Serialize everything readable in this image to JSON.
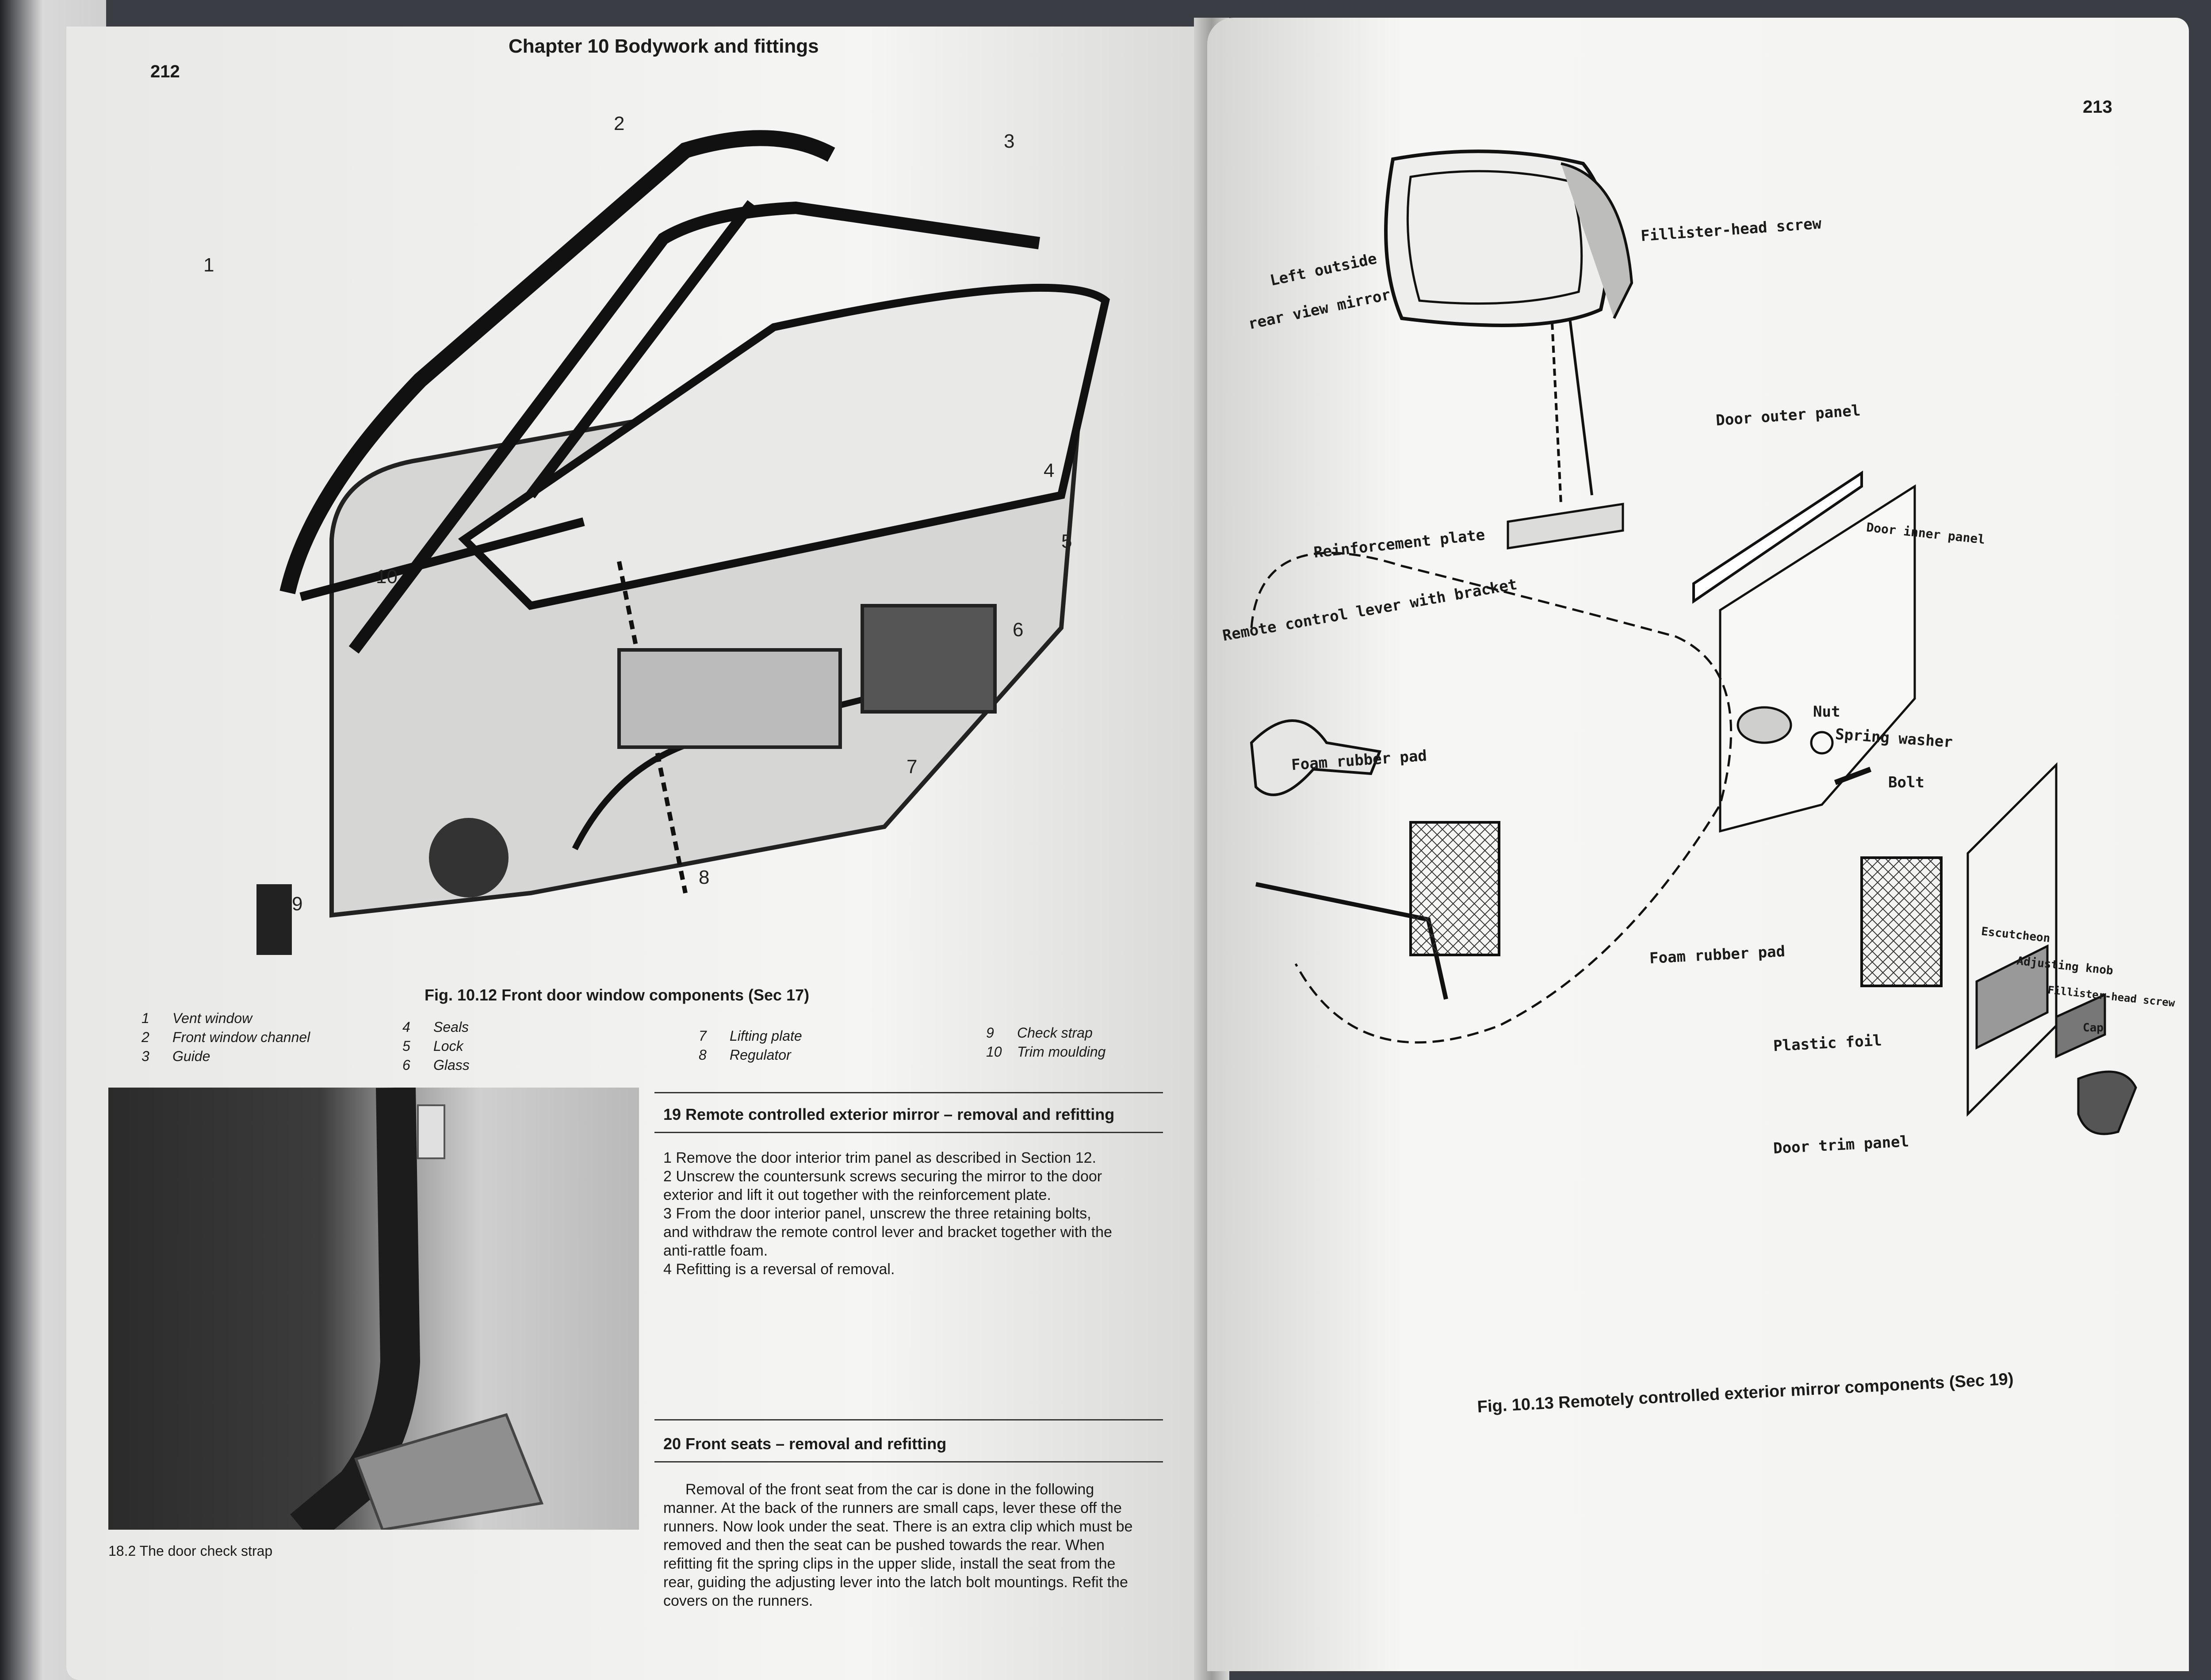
{
  "left_page": {
    "page_number": "212",
    "chapter_header": "Chapter 10  Bodywork and fittings",
    "figure": {
      "callouts": [
        "1",
        "2",
        "3",
        "4",
        "5",
        "6",
        "7",
        "8",
        "9",
        "10"
      ],
      "caption": "Fig. 10.12 Front door window components (Sec 17)",
      "legend": [
        {
          "num": "1",
          "label": "Vent window"
        },
        {
          "num": "2",
          "label": "Front window channel"
        },
        {
          "num": "3",
          "label": "Guide"
        },
        {
          "num": "4",
          "label": "Seals"
        },
        {
          "num": "5",
          "label": "Lock"
        },
        {
          "num": "6",
          "label": "Glass"
        },
        {
          "num": "7",
          "label": "Lifting plate"
        },
        {
          "num": "8",
          "label": "Regulator"
        },
        {
          "num": "9",
          "label": "Check strap"
        },
        {
          "num": "10",
          "label": "Trim moulding"
        }
      ]
    },
    "photo_caption": "18.2 The door check strap",
    "section19": {
      "title": "19  Remote controlled exterior mirror – removal and refitting",
      "lines": [
        "1    Remove the door interior trim panel as described in Section 12.",
        "2    Unscrew the countersunk screws securing the mirror to the door",
        "exterior and lift it out together with the reinforcement plate.",
        "3    From the door interior panel, unscrew the three retaining bolts,",
        "and withdraw the remote control lever and bracket together with the",
        "anti-rattle foam.",
        "4    Refitting is a reversal of removal."
      ]
    },
    "section20": {
      "title": "20  Front seats – removal and refitting",
      "lines": [
        "Removal of the front seat from the car is done in the following",
        "manner. At the back of the runners are small caps, lever these off the",
        "runners. Now look under the seat. There is an extra clip which must be",
        "removed and then the seat can be pushed towards the rear. When",
        "refitting fit the spring clips in the upper slide, install the seat from the",
        "rear, guiding the adjusting lever into the latch bolt mountings. Refit the",
        "covers on the runners."
      ]
    }
  },
  "right_page": {
    "page_number": "213",
    "figure": {
      "labels": [
        "Fillister-head screw",
        "Left outside",
        "rear view mirror",
        "Door outer panel",
        "Reinforcement plate",
        "Door inner panel",
        "Remote control lever with bracket",
        "Nut",
        "Spring washer",
        "Bolt",
        "Foam rubber pad",
        "Foam rubber pad",
        "Escutcheon",
        "Adjusting knob",
        "Fillister-head screw",
        "Cap",
        "Plastic foil",
        "Door trim panel"
      ],
      "caption": "Fig. 10.13 Remotely controlled exterior mirror components (Sec 19)"
    }
  },
  "colors": {
    "paper": "#f2f2f0",
    "ink": "#1b1b1b",
    "background": "#3a3d44"
  }
}
